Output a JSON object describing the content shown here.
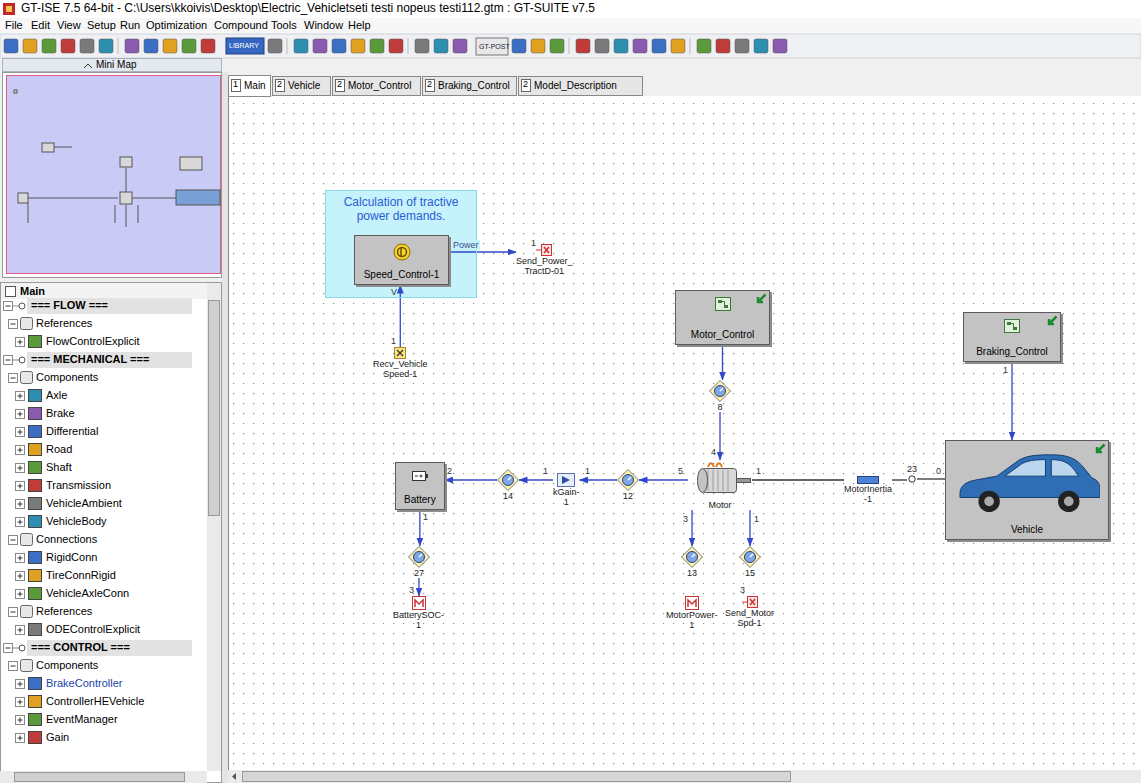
{
  "diagram": {
    "title": "GT-ISE 7.5 64-bit - C:\\Users\\kkoivis\\Desktop\\Electric_Vehicletseti testi nopeus testi112.gtm : GT-SUITE v7.5",
    "nodes": [
      {
        "text": [
          "Calculation of tractive power demands."
        ]
      },
      {
        "text": [
          "Speed_Control-1"
        ],
        "in": 0
      },
      {
        "text": [
          "Send_Power_ TractD-01"
        ]
      },
      {
        "text": [
          "Recv_Vehicle Speed-1"
        ]
      },
      {
        "text": [
          "Motor_Control"
        ]
      },
      {
        "text": [
          "8"
        ]
      },
      {
        "text": [
          "Braking_Control"
        ]
      },
      {
        "text": [
          "Battery"
        ]
      },
      {
        "text": [
          "14"
        ]
      },
      {
        "text": [
          "kGain-1"
        ]
      },
      {
        "text": [
          "12"
        ]
      },
      {
        "text": [
          "Motor"
        ]
      },
      {
        "text": [
          "MotorInertia -1"
        ]
      },
      {
        "text": [
          "23"
        ]
      },
      {
        "text": [
          "Vehicle"
        ]
      },
      {
        "text": [
          "27"
        ]
      },
      {
        "text": [
          "13"
        ]
      },
      {
        "text": [
          "15"
        ]
      },
      {
        "text": [
          "BatterySOC-1"
        ]
      },
      {
        "text": [
          "MotorPower-1"
        ]
      },
      {
        "text": [
          "Send_Motor Spd-1"
        ]
      }
    ],
    "edges": [
      {
        "from": 3,
        "to": 1,
        "arrow": "to"
      },
      {
        "from": 1,
        "to": 2,
        "label": "Power",
        "arrow": "to"
      },
      {
        "from": 4,
        "to": 5,
        "arrow": "to"
      },
      {
        "from": 5,
        "to": 11,
        "arrow": "to"
      },
      {
        "from": 11,
        "to": 10,
        "arrow": "to"
      },
      {
        "from": 10,
        "to": 9,
        "arrow": "to"
      },
      {
        "from": 9,
        "to": 8,
        "arrow": "to"
      },
      {
        "from": 8,
        "to": 7,
        "arrow": "to"
      },
      {
        "from": 7,
        "to": 15,
        "arrow": "to"
      },
      {
        "from": 15,
        "to": 18,
        "arrow": "to"
      },
      {
        "from": 11,
        "to": 16,
        "arrow": "to"
      },
      {
        "from": 11,
        "to": 17,
        "arrow": "to"
      },
      {
        "from": 11,
        "to": 12,
        "arrow": "none"
      },
      {
        "from": 12,
        "to": 13,
        "arrow": "none"
      },
      {
        "from": 13,
        "to": 14,
        "arrow": "none"
      },
      {
        "from": 6,
        "to": 14,
        "arrow": "to"
      }
    ],
    "labels": [
      "File",
      "Edit",
      "View",
      "Setup",
      "Run",
      "Optimization",
      "Compound",
      "Tools",
      "Window",
      "Help",
      "LIBRARY",
      "GT-POST",
      "Mini Map",
      "1",
      "Main",
      "2",
      "Vehicle",
      "2",
      "Motor_Control",
      "2",
      "Braking_Control",
      "2",
      "Model_Description",
      "Main",
      "=== FLOW ===",
      "References",
      "FlowControlExplicit",
      "=== MECHANICAL ===",
      "Components",
      "Axle",
      "Brake",
      "Differential",
      "Road",
      "Shaft",
      "Transmission",
      "VehicleAmbient",
      "VehicleBody",
      "Connections",
      "RigidConn",
      "TireConnRigid",
      "VehicleAxleConn",
      "References",
      "ODEControlExplicit",
      "=== CONTROL ===",
      "Components",
      "BrakeController",
      "ControllerHEVehicle",
      "EventManager",
      "Gain",
      "V",
      "1",
      "1",
      "1",
      "4",
      "5",
      "1",
      "3",
      "1",
      "2",
      "1",
      "1",
      "1",
      "3",
      "3",
      "0"
    ]
  }
}
